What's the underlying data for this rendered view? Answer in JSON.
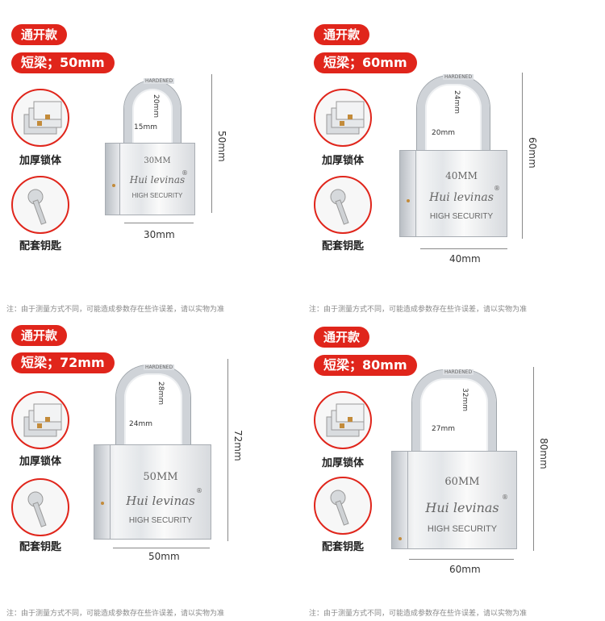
{
  "panels": [
    {
      "type_label": "通开款",
      "spec_label": "短梁；50mm",
      "feature_thick": "加厚锁体",
      "feature_keys": "配套钥匙",
      "note": "注：由于测量方式不同，可能造成参数存在些许误差，请以实物为准",
      "size_engraving": "30MM",
      "brand": "Hui levinas",
      "security": "HIGH SECURITY",
      "shackle_height": "20mm",
      "shackle_width": "15mm",
      "height": "50mm",
      "width": "30mm"
    },
    {
      "type_label": "通开款",
      "spec_label": "短梁；60mm",
      "feature_thick": "加厚锁体",
      "feature_keys": "配套钥匙",
      "note": "注：由于测量方式不同，可能造成参数存在些许误差，请以实物为准",
      "size_engraving": "40MM",
      "brand": "Hui levinas",
      "security": "HIGH SECURITY",
      "shackle_height": "24mm",
      "shackle_width": "20mm",
      "height": "60mm",
      "width": "40mm"
    },
    {
      "type_label": "通开款",
      "spec_label": "短梁；72mm",
      "feature_thick": "加厚锁体",
      "feature_keys": "配套钥匙",
      "note": "注：由于测量方式不同，可能造成参数存在些许误差，请以实物为准",
      "size_engraving": "50MM",
      "brand": "Hui levinas",
      "security": "HIGH SECURITY",
      "shackle_height": "28mm",
      "shackle_width": "24mm",
      "height": "72mm",
      "width": "50mm"
    },
    {
      "type_label": "通开款",
      "spec_label": "短梁；80mm",
      "feature_thick": "加厚锁体",
      "feature_keys": "配套钥匙",
      "note": "注：由于测量方式不同，可能造成参数存在些许误差，请以实物为准",
      "size_engraving": "60MM",
      "brand": "Hui levinas",
      "security": "HIGH SECURITY",
      "shackle_height": "32mm",
      "shackle_width": "27mm",
      "height": "80mm",
      "width": "60mm"
    }
  ],
  "colors": {
    "accent": "#e0251b",
    "note": "#888888"
  },
  "icons": [
    "stacked-padlocks-icon",
    "key-icon"
  ]
}
